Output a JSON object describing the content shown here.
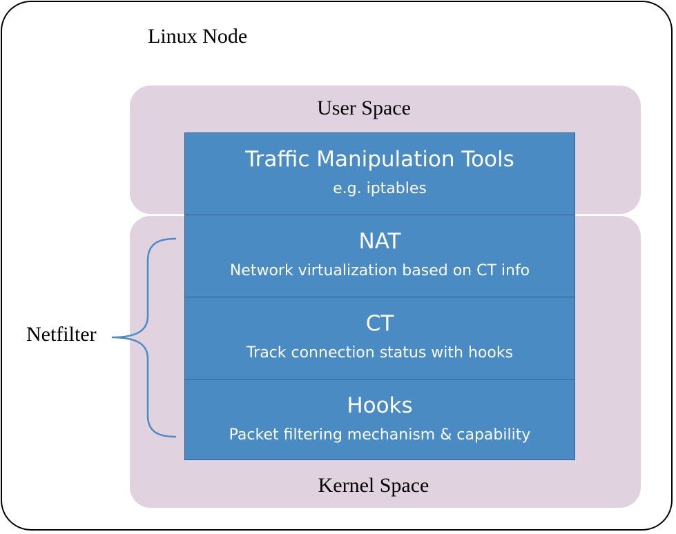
{
  "node": {
    "title": "Linux Node"
  },
  "user_space": {
    "label": "User Space"
  },
  "kernel_space": {
    "label": "Kernel Space"
  },
  "netfilter": {
    "label": "Netfilter"
  },
  "layers": [
    {
      "title": "Traffic Manipulation Tools",
      "subtitle": "e.g. iptables"
    },
    {
      "title": "NAT",
      "subtitle": "Network virtualization based on CT info"
    },
    {
      "title": "CT",
      "subtitle": "Track connection status with hooks"
    },
    {
      "title": "Hooks",
      "subtitle": "Packet filtering mechanism & capability"
    }
  ],
  "colors": {
    "layer_fill": "#4a8bc4",
    "space_fill": "#e0d3df",
    "brace": "#4a8bc4"
  }
}
